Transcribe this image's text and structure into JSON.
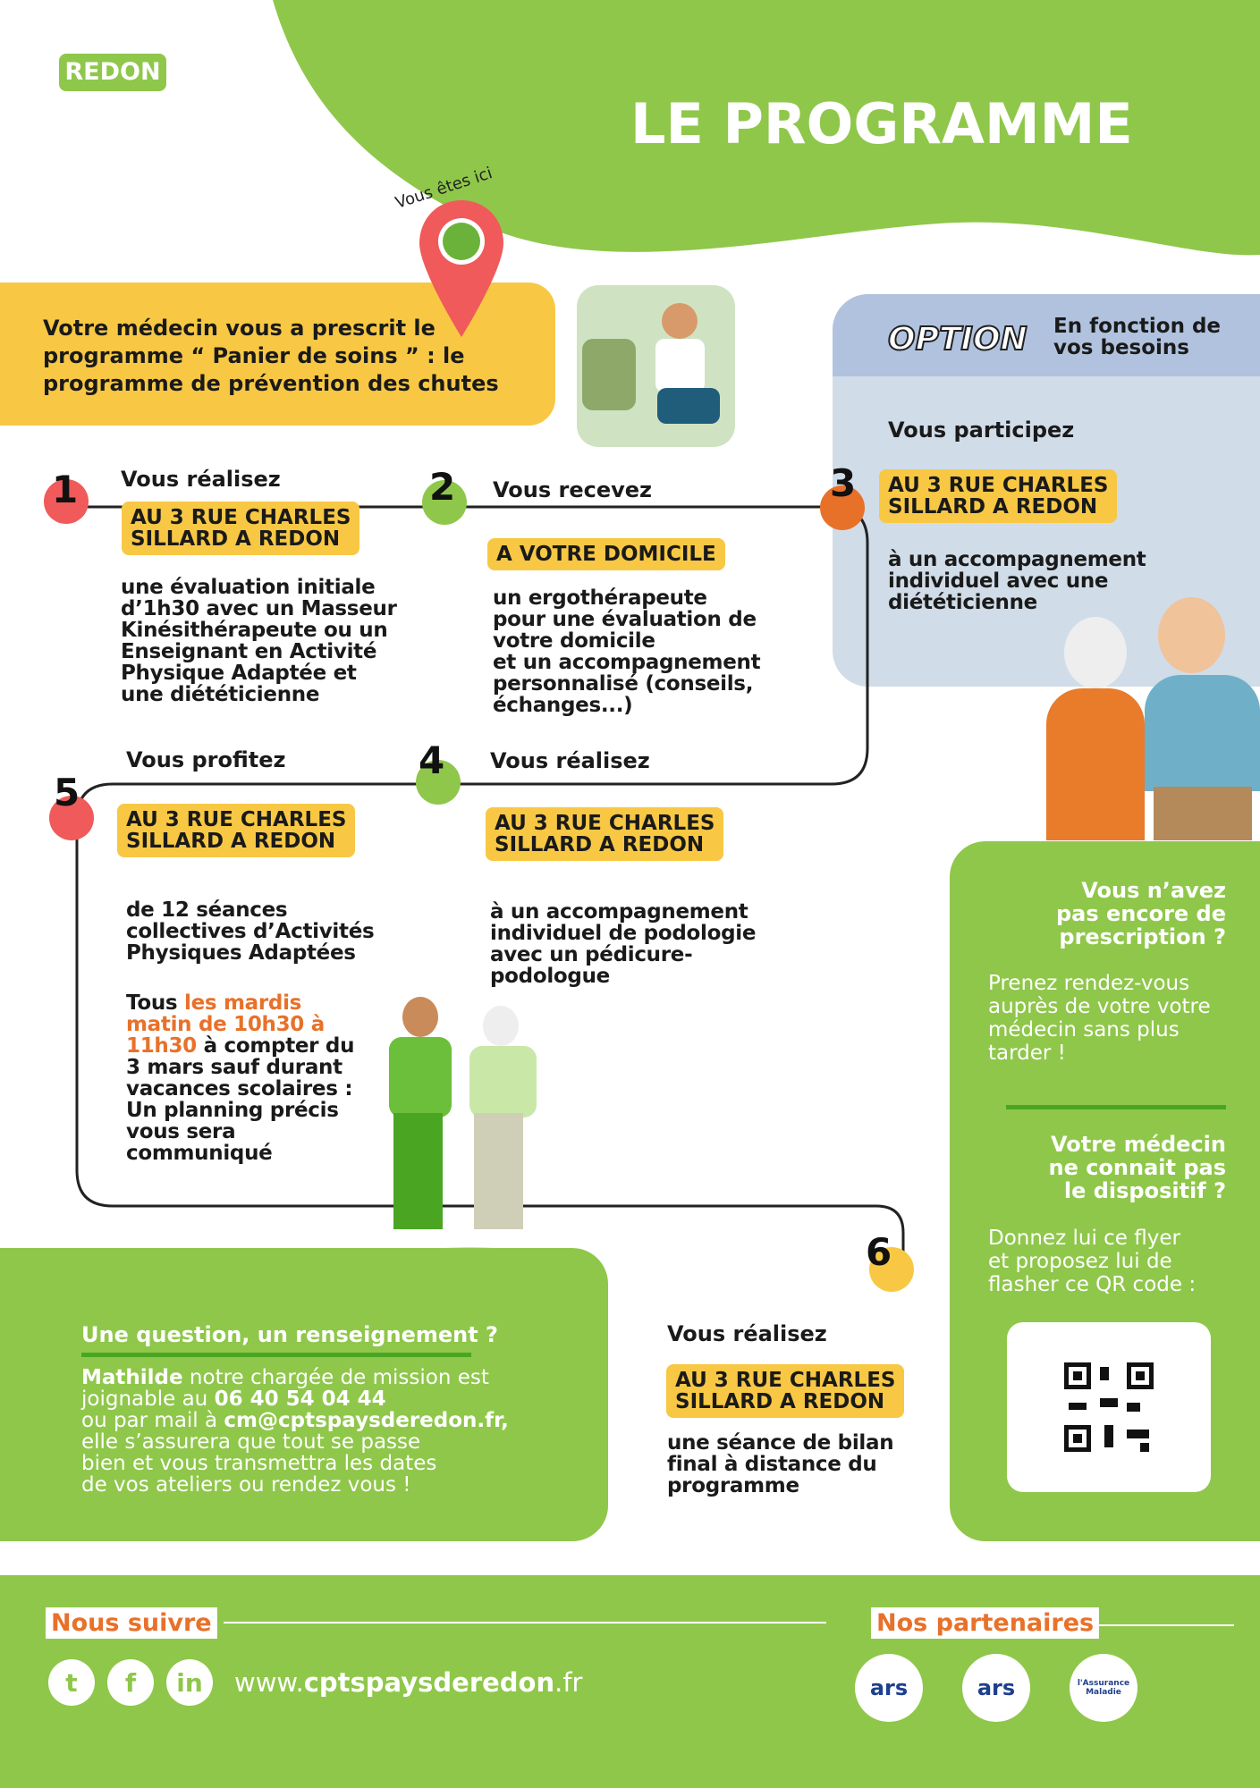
{
  "badge": "REDON",
  "title": "LE PROGRAMME",
  "pin_label": "Vous êtes ici",
  "intro": [
    "Votre médecin vous a prescrit le",
    "programme “ Panier de soins ” : le",
    "programme de prévention des chutes"
  ],
  "option": {
    "logo": "OPTION",
    "header": [
      "En fonction de",
      "vos besoins"
    ],
    "label": "Vous participez",
    "tag": [
      "AU 3 RUE CHARLES",
      "SILLARD A REDON"
    ],
    "text": [
      "à un accompagnement",
      "individuel avec une",
      "diététicienne"
    ],
    "number": "3"
  },
  "steps": [
    {
      "number": "1",
      "label": "Vous réalisez",
      "tag": [
        "AU 3 RUE CHARLES",
        "SILLARD A REDON"
      ],
      "text": [
        "une évaluation initiale",
        "d’1h30 avec un Masseur",
        "Kinésithérapeute ou un",
        "Enseignant en Activité",
        "Physique Adaptée et",
        "une diététicienne"
      ]
    },
    {
      "number": "2",
      "label": "Vous recevez",
      "tag": [
        "A VOTRE DOMICILE"
      ],
      "text": [
        "un ergothérapeute",
        "pour une évaluation de",
        "votre domicile",
        "et un accompagnement",
        "personnalisé (conseils,",
        "échanges...)"
      ]
    },
    {
      "number": "4",
      "label": "Vous réalisez",
      "tag": [
        "AU 3 RUE CHARLES",
        "SILLARD A REDON"
      ],
      "text": [
        "à un accompagnement",
        "individuel de podologie",
        "avec un pédicure-",
        "podologue"
      ]
    },
    {
      "number": "5",
      "label": "Vous profitez",
      "tag": [
        "AU 3 RUE CHARLES",
        "SILLARD A REDON"
      ],
      "text": [
        "de 12 séances",
        "collectives d’Activités",
        "Physiques Adaptées"
      ],
      "schedule_prefix": "Tous ",
      "schedule_highlight": [
        "les mardis",
        "matin de 10h30 à",
        "11h30"
      ],
      "schedule_rest": [
        " à compter du",
        "3 mars sauf durant",
        "vacances scolaires :",
        "Un planning précis",
        "vous sera",
        "communiqué"
      ]
    },
    {
      "number": "6",
      "label": "Vous réalisez",
      "tag": [
        "AU 3 RUE CHARLES",
        "SILLARD A REDON"
      ],
      "text": [
        "une séance de bilan",
        "final à distance du",
        "programme"
      ]
    }
  ],
  "contact": {
    "title": "Une question, un renseignement ?",
    "name": "Mathilde",
    "l1": " notre chargée de mission est",
    "l2a": "joignable au ",
    "phone": "06 40 54 04 44",
    "l3a": "ou par mail à ",
    "email": "cm@cptspaysderedon.fr,",
    "rest": [
      "elle s’assurera que tout se passe",
      "bien et vous transmettra les dates",
      "de vos ateliers ou rendez vous !"
    ]
  },
  "side": {
    "q1": [
      "Vous n’avez",
      "pas encore de",
      "prescription ?"
    ],
    "a1": [
      "Prenez rendez-vous",
      "auprès de votre votre",
      "médecin sans plus",
      "tarder !"
    ],
    "q2": [
      "Votre médecin",
      "ne connait pas",
      "le dispositif ?"
    ],
    "a2": [
      "Donnez lui ce flyer",
      "et proposez lui de",
      "flasher ce QR code :"
    ]
  },
  "footer": {
    "follow": "Nous suivre",
    "partners": "Nos partenaires",
    "site_pre": "www.",
    "site_bold": "cptspaysderedon",
    "site_post": ".fr",
    "social": [
      "t",
      "f",
      "in"
    ],
    "partner_logos": [
      "ars",
      "ars",
      "l'Assurance Maladie"
    ]
  },
  "colors": {
    "green": "#8fc74a",
    "yellow": "#f8c844",
    "orange": "#e8712a",
    "red": "#f05a5a",
    "blue": "#d0dce8"
  }
}
